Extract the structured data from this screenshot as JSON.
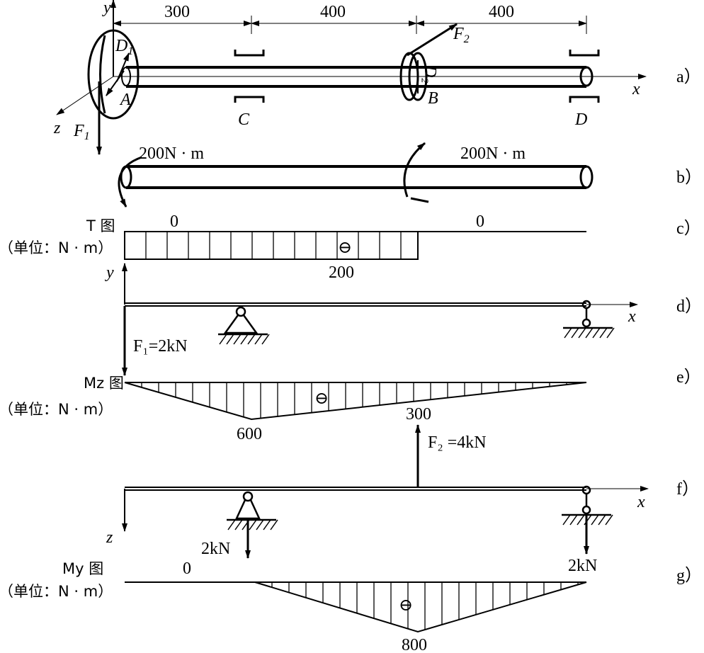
{
  "panels": {
    "a": "a）",
    "b": "b）",
    "c": "c）",
    "d": "d）",
    "e": "e）",
    "f": "f）",
    "g": "g）"
  },
  "a": {
    "dims": [
      "300",
      "400",
      "400"
    ],
    "y": "y",
    "z": "z",
    "x": "x",
    "D1": "D",
    "D1sub": "1",
    "D2": "D₂",
    "A": "A",
    "B": "B",
    "C": "C",
    "D": "D",
    "F1": "F",
    "F1sub": "1",
    "F2": "F",
    "F2sub": "2"
  },
  "b": {
    "torque_left": "200N · m",
    "torque_right": "200N · m"
  },
  "c": {
    "title": "T 图",
    "unit": "（单位：N · m）",
    "zero_left": "0",
    "zero_right": "0",
    "value": "200",
    "sign": "⊖"
  },
  "d": {
    "y": "y",
    "x": "x",
    "force": "F₁=2kN"
  },
  "e": {
    "title": "Mz 图",
    "unit": "（单位：N · m）",
    "peak": "600",
    "value_300": "300",
    "sign": "⊖"
  },
  "f": {
    "force": "F₂ =4kN",
    "x": "x",
    "z": "z",
    "reaction_left": "2kN",
    "reaction_right": "2kN"
  },
  "g": {
    "title": "My 图",
    "unit": "（单位：N · m）",
    "zero": "0",
    "peak": "800",
    "sign": "⊖"
  }
}
